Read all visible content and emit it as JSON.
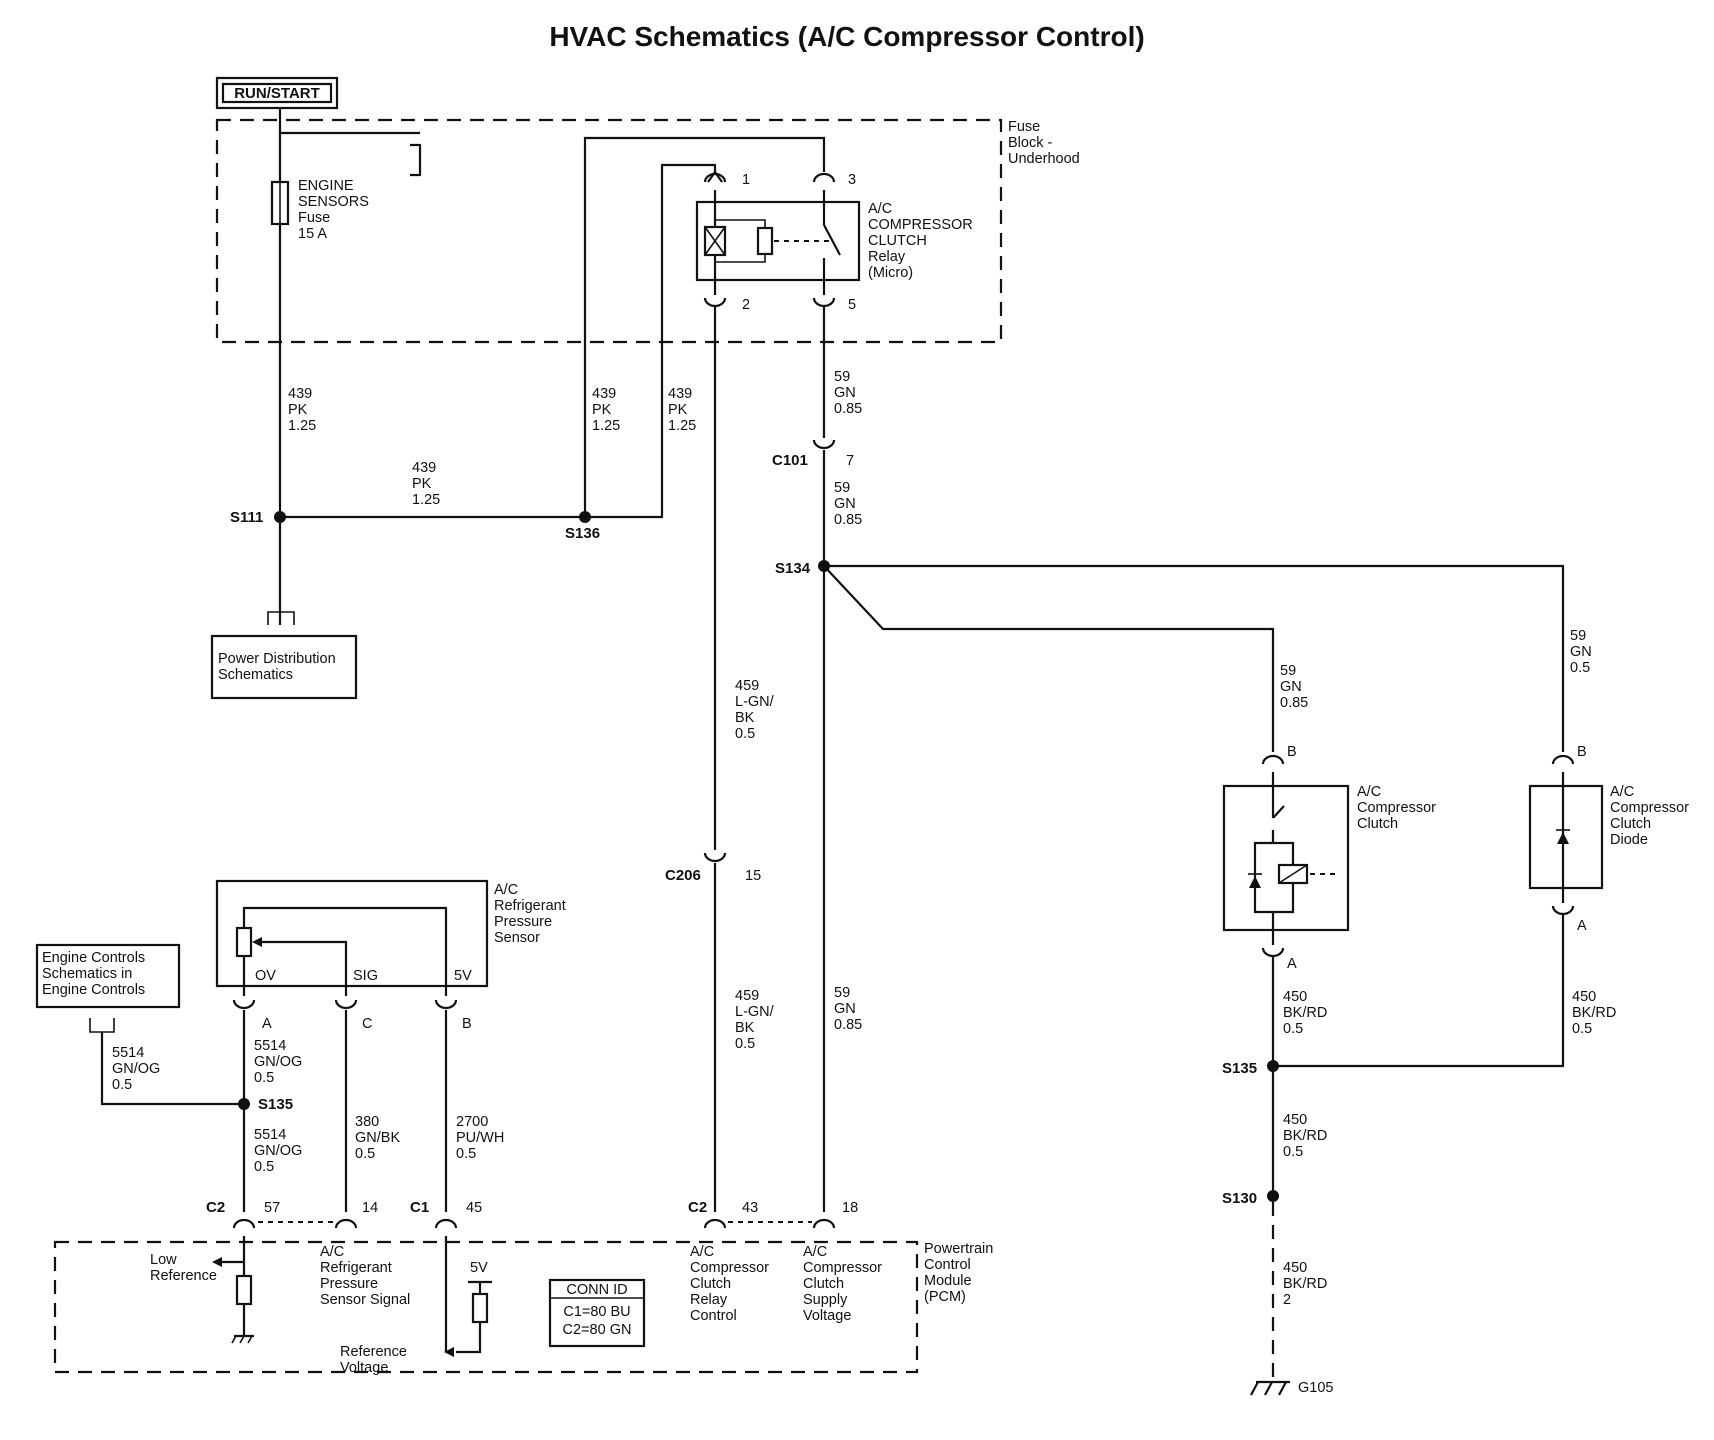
{
  "title": "HVAC Schematics (A/C Compressor Control)",
  "power": {
    "run_start": "RUN/START"
  },
  "fuse_block": {
    "label": [
      "Fuse",
      "Block -",
      "Underhood"
    ]
  },
  "fuse": {
    "label": [
      "ENGINE",
      "SENSORS",
      "Fuse",
      "15 A"
    ]
  },
  "relay": {
    "label": [
      "A/C",
      "COMPRESSOR",
      "CLUTCH",
      "Relay",
      "(Micro)"
    ],
    "pins": [
      "1",
      "3",
      "2",
      "5"
    ]
  },
  "wires": {
    "w439_left": [
      "439",
      "PK",
      "1.25"
    ],
    "w439_mid": [
      "439",
      "PK",
      "1.25"
    ],
    "w439_s136": [
      "439",
      "PK",
      "1.25"
    ],
    "w439_right": [
      "439",
      "PK",
      "1.25"
    ],
    "w59_top": [
      "59",
      "GN",
      "0.85"
    ],
    "w59_c101": [
      "59",
      "GN",
      "0.85"
    ],
    "w459_top": [
      "459",
      "L-GN/",
      "BK",
      "0.5"
    ],
    "w459_bottom": [
      "459",
      "L-GN/",
      "BK",
      "0.5"
    ],
    "w59_bottom": [
      "59",
      "GN",
      "0.85"
    ],
    "w59_clutch": [
      "59",
      "GN",
      "0.85"
    ],
    "w59_diode": [
      "59",
      "GN",
      "0.5"
    ],
    "w450_clutch": [
      "450",
      "BK/RD",
      "0.5"
    ],
    "w450_diode": [
      "450",
      "BK/RD",
      "0.5"
    ],
    "w450_s135": [
      "450",
      "BK/RD",
      "0.5"
    ],
    "w450_ground": [
      "450",
      "BK/RD",
      "2"
    ],
    "w5514_left": [
      "5514",
      "GN/OG",
      "0.5"
    ],
    "w5514_top": [
      "5514",
      "GN/OG",
      "0.5"
    ],
    "w5514_bottom": [
      "5514",
      "GN/OG",
      "0.5"
    ],
    "w380": [
      "380",
      "GN/BK",
      "0.5"
    ],
    "w2700": [
      "2700",
      "PU/WH",
      "0.5"
    ]
  },
  "splices": {
    "s111": "S111",
    "s136": "S136",
    "s134": "S134",
    "s135_right": "S135",
    "s130": "S130",
    "s135_left": "S135"
  },
  "connectors": {
    "c101": "C101",
    "c101_pin": "7",
    "c206": "C206",
    "c206_pin": "15",
    "pcm_c2_left": "C2",
    "pin57": "57",
    "pin14": "14",
    "pcm_c1": "C1",
    "pin45": "45",
    "pcm_c2_right": "C2",
    "pin43": "43",
    "pin18": "18",
    "clutch_b": "B",
    "clutch_a": "A",
    "diode_b": "B",
    "diode_a": "A",
    "sensor_a": "A",
    "sensor_c": "C",
    "sensor_b": "B"
  },
  "power_dist": {
    "label": [
      "Power Distribution",
      "Schematics"
    ]
  },
  "engine_controls": {
    "label": [
      "Engine Controls",
      "Schematics in",
      "Engine Controls"
    ]
  },
  "sensor": {
    "label": [
      "A/C",
      "Refrigerant",
      "Pressure",
      "Sensor"
    ],
    "pin_labels": [
      "OV",
      "SIG",
      "5V"
    ]
  },
  "clutch": {
    "label": [
      "A/C",
      "Compressor",
      "Clutch"
    ]
  },
  "diode": {
    "label": [
      "A/C",
      "Compressor",
      "Clutch",
      "Diode"
    ]
  },
  "ground": {
    "label": "G105"
  },
  "pcm": {
    "label": [
      "Powertrain",
      "Control",
      "Module",
      "(PCM)"
    ],
    "low_ref": [
      "Low",
      "Reference"
    ],
    "sensor_signal": [
      "A/C",
      "Refrigerant",
      "Pressure",
      "Sensor Signal"
    ],
    "five_v": "5V",
    "ref_voltage": [
      "Reference",
      "Voltage"
    ],
    "relay_control": [
      "A/C",
      "Compressor",
      "Clutch",
      "Relay",
      "Control"
    ],
    "supply_voltage": [
      "A/C",
      "Compressor",
      "Clutch",
      "Supply",
      "Voltage"
    ],
    "conn_id": {
      "header": "CONN ID",
      "c1": "C1=80 BU",
      "c2": "C2=80 GN"
    }
  }
}
